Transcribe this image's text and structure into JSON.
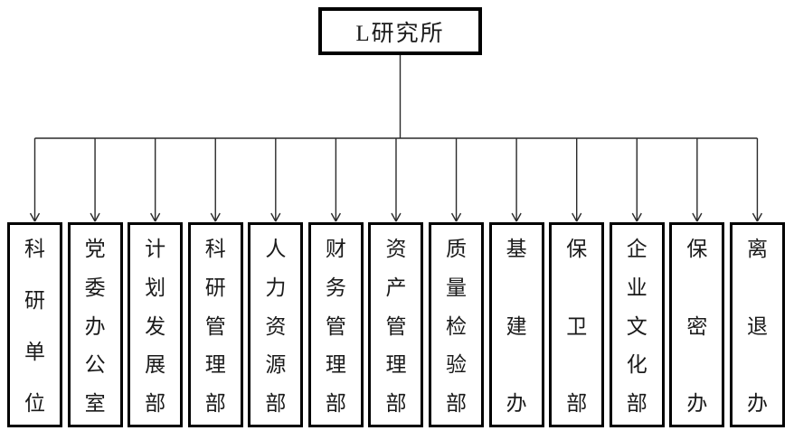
{
  "diagram": {
    "type": "org-chart",
    "root": {
      "label": "L研究所"
    },
    "departments": [
      {
        "label": "科研单位"
      },
      {
        "label": "党委办公室"
      },
      {
        "label": "计划发展部"
      },
      {
        "label": "科研管理部"
      },
      {
        "label": "人力资源部"
      },
      {
        "label": "财务管理部"
      },
      {
        "label": "资产管理部"
      },
      {
        "label": "质量检验部"
      },
      {
        "label": "基建办"
      },
      {
        "label": "保卫部"
      },
      {
        "label": "企业文化部"
      },
      {
        "label": "保密办"
      },
      {
        "label": "离退办"
      }
    ],
    "colors": {
      "background": "#ffffff",
      "box_border": "#000000",
      "connector_line": "#2a2a2a",
      "text": "#1a1a1a"
    }
  }
}
